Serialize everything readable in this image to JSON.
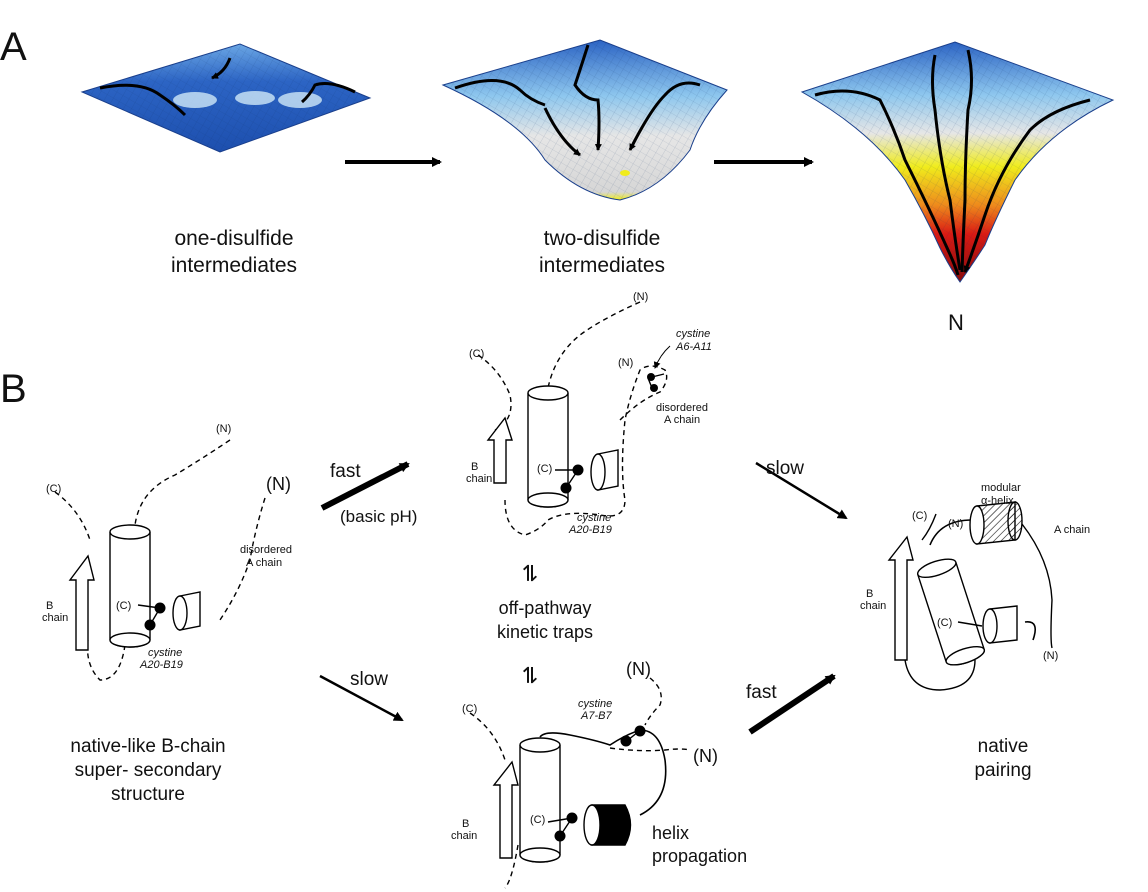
{
  "panel_a": {
    "letter": "A",
    "labels": {
      "one_line1": "one-disulfide",
      "one_line2": "intermediates",
      "two_line1": "two-disulfide",
      "two_line2": "intermediates",
      "native": "N"
    },
    "colors": {
      "top": "#2c64c4",
      "mid": "#8ec7ee",
      "low": "#e6e6e6",
      "yellow": "#f0ec1c",
      "orange": "#ee8a1c",
      "red": "#d91a14"
    }
  },
  "panel_b": {
    "letter": "B",
    "left": {
      "n_top": "(N)",
      "n_big": "(N)",
      "c_top": "(C)",
      "c_mid": "(C)",
      "dis_1": "disordered",
      "dis_2": "A chain",
      "b_1": "B",
      "b_2": "chain",
      "cys_1": "cystine",
      "cys_2": "A20-B19",
      "cap_1": "native-like B-chain",
      "cap_2": "super- secondary",
      "cap_3": "structure"
    },
    "top": {
      "n_top": "(N)",
      "n_mid": "(N)",
      "c_top": "(C)",
      "c_mid": "(C)",
      "cys6_1": "cystine",
      "cys6_2": "A6-A11",
      "dis_1": "disordered",
      "dis_2": "A chain",
      "b_1": "B",
      "b_2": "chain",
      "cys_1": "cystine",
      "cys_2": "A20-B19"
    },
    "mid": {
      "traps_1": "off-pathway",
      "traps_2": "kinetic traps",
      "eq": "⇌"
    },
    "bottom": {
      "n_top": "(N)",
      "n_right": "(N)",
      "c_top": "(C)",
      "c_mid": "(C)",
      "cys_1": "cystine",
      "cys_2": "A7-B7",
      "b_1": "B",
      "b_2": "chain",
      "helix_1": "helix",
      "helix_2": "propagation"
    },
    "right": {
      "c_top": "(C)",
      "n_top": "(N)",
      "n_bottom": "(N)",
      "c_mid": "(C)",
      "mod_1": "modular",
      "mod_2": "α-helix",
      "a_chain": "A chain",
      "b_1": "B",
      "b_2": "chain",
      "cap_1": "native",
      "cap_2": "pairing"
    },
    "arrows": {
      "fast_top": "fast",
      "basic": "(basic pH)",
      "slow_top": "slow",
      "slow_bottom": "slow",
      "fast_bottom": "fast"
    }
  }
}
